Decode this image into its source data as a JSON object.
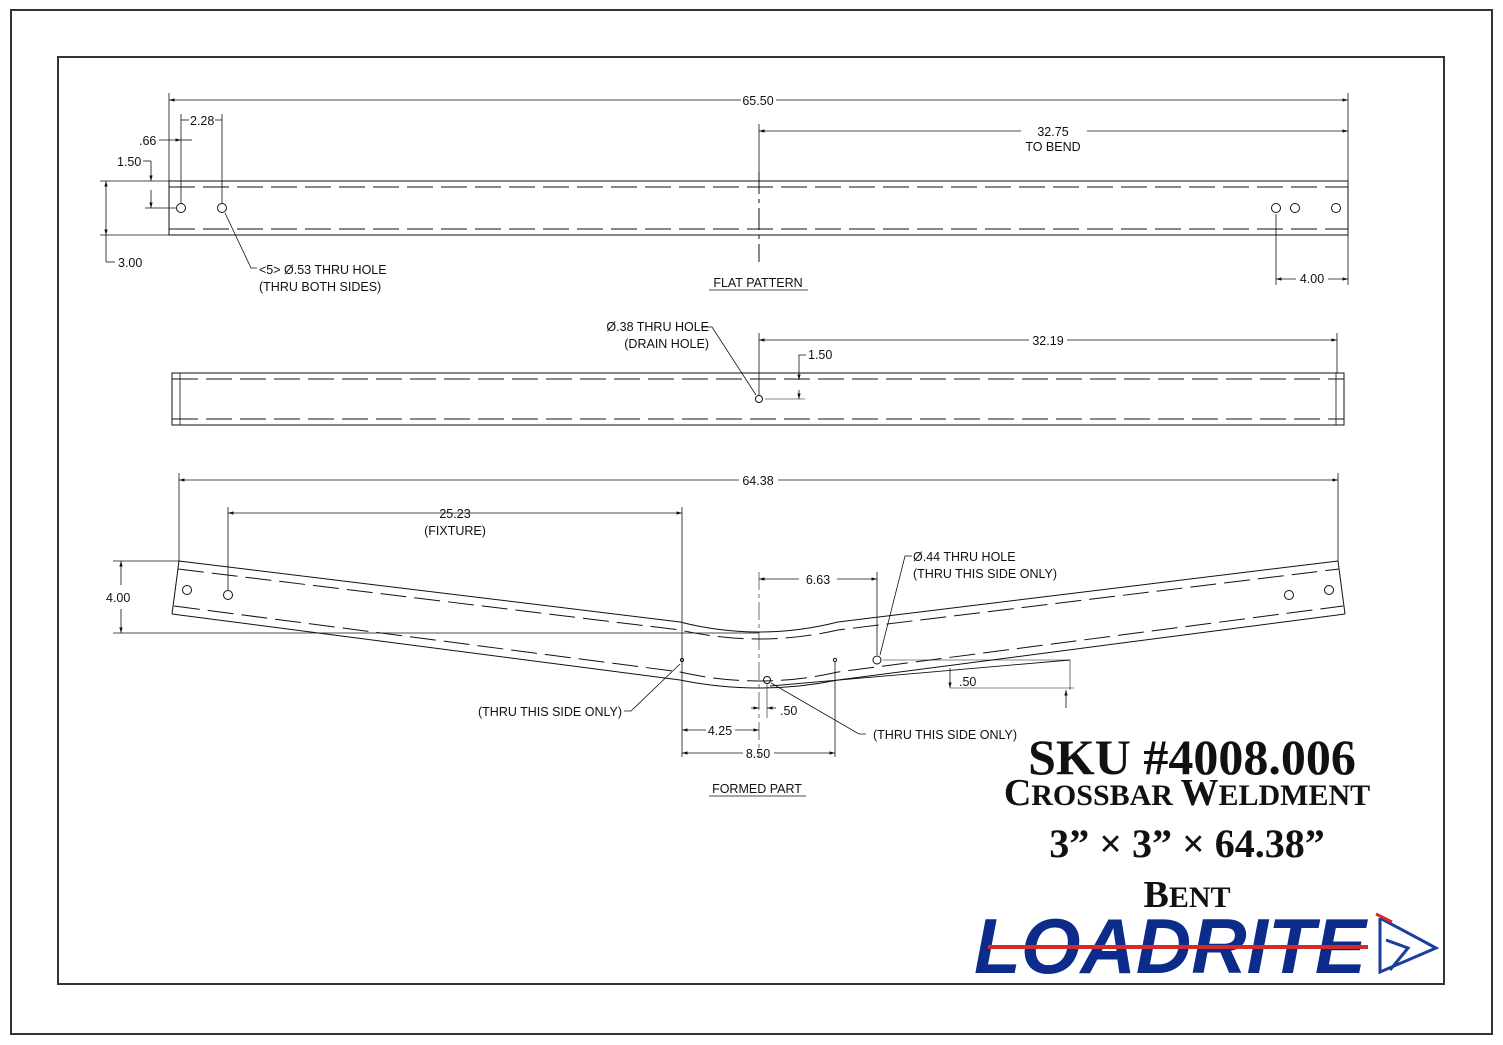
{
  "views": {
    "flat": {
      "label": "FLAT PATTERN",
      "overall_length": "65.50",
      "to_bend_value": "32.75",
      "to_bend_note": "TO BEND",
      "first_hole_offset": ".66",
      "second_hole_offset": "2.28",
      "hole_height": "1.50",
      "width": "3.00",
      "hole_callout": "<5> Ø.53 THRU HOLE",
      "hole_callout_note": "(THRU BOTH SIDES)",
      "end_spacing": "4.00"
    },
    "side": {
      "drain_callout": "Ø.38 THRU HOLE",
      "drain_note": "(DRAIN HOLE)",
      "drain_distance": "32.19",
      "drain_height": "1.50"
    },
    "formed": {
      "label": "FORMED PART",
      "overall_length": "64.38",
      "fixture_value": "25.23",
      "fixture_note": "(FIXTURE)",
      "rise": "4.00",
      "hole_callout": "Ø.44 THRU HOLE",
      "hole_callout_note": "(THRU THIS SIDE ONLY)",
      "hole_offset": "6.63",
      "hole_drop": ".50",
      "left_note": "(THRU THIS SIDE ONLY)",
      "center_offset": ".50",
      "right_note": "(THRU THIS SIDE ONLY)",
      "half_spacing": "4.25",
      "full_spacing": "8.50"
    }
  },
  "title_block": {
    "sku": "SKU #4008.006",
    "name_cap1": "C",
    "name_rest1": "ROSSBAR ",
    "name_cap2": "W",
    "name_rest2": "ELDMENT",
    "size": "3” × 3” × 64.38”",
    "shape_cap": "B",
    "shape_rest": "ENT"
  },
  "logo": {
    "text": "LOADRITE",
    "colors": {
      "text": "#0d2b8a",
      "stripe": "#d42a2a",
      "mark": "#1b3d9c"
    }
  }
}
